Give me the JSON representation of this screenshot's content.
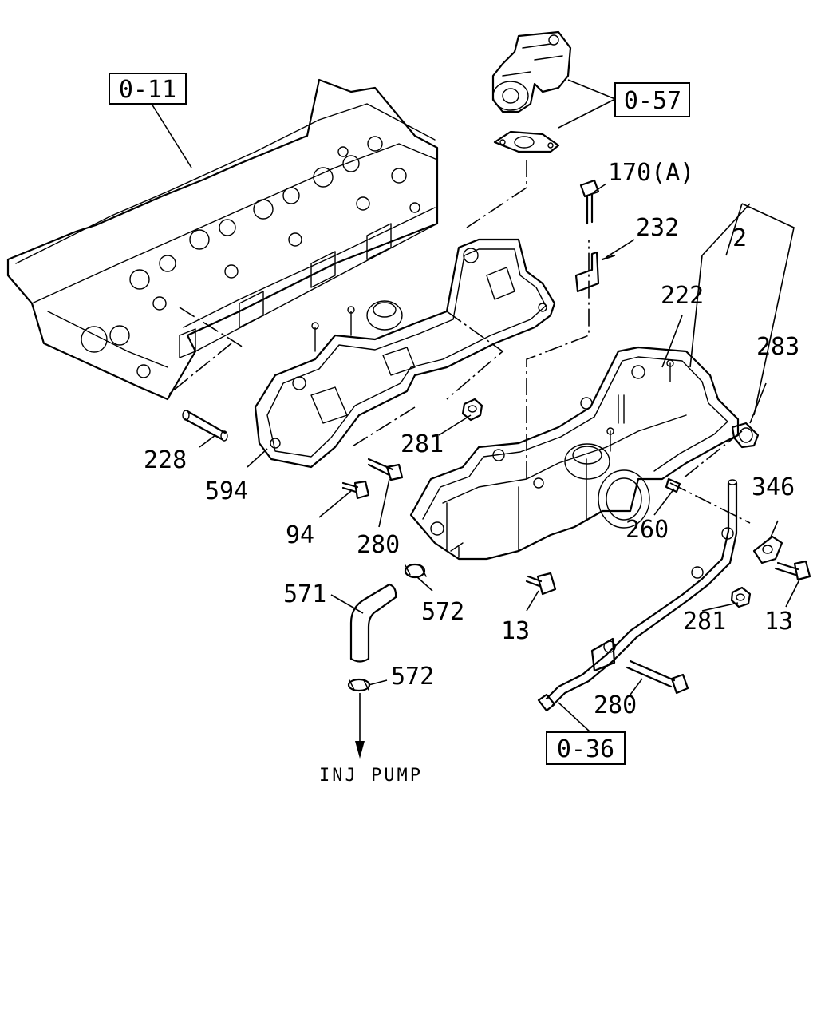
{
  "diagram": {
    "ref_boxes": {
      "head": "0-11",
      "egr_valve": "0-57",
      "pipe": "0-36"
    },
    "labels": {
      "p2": "2",
      "p13a": "13",
      "p13b": "13",
      "p94": "94",
      "p170": "170(A)",
      "p222": "222",
      "p228": "228",
      "p232": "232",
      "p260": "260",
      "p280a": "280",
      "p280b": "280",
      "p281a": "281",
      "p281b": "281",
      "p283": "283",
      "p346": "346",
      "p571": "571",
      "p572a": "572",
      "p572b": "572",
      "p594": "594"
    },
    "direction_label": "INJ PUMP"
  }
}
